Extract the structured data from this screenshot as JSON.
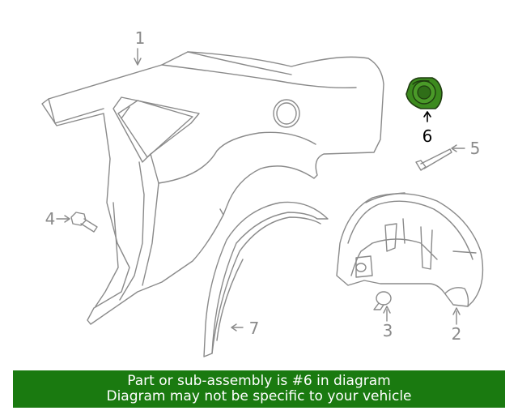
{
  "callouts": {
    "c1": "1",
    "c2": "2",
    "c3": "3",
    "c4": "4",
    "c5": "5",
    "c6": "6",
    "c7": "7"
  },
  "highlighted_part": "6",
  "colors": {
    "line": "#8a8a8a",
    "highlight_fill": "#3c8a1e",
    "banner_bg": "#1a7a10",
    "banner_text": "#ffffff"
  },
  "banner": {
    "line1": "Part or sub-assembly is #6 in diagram",
    "line2": "Diagram may not be specific to your vehicle"
  }
}
